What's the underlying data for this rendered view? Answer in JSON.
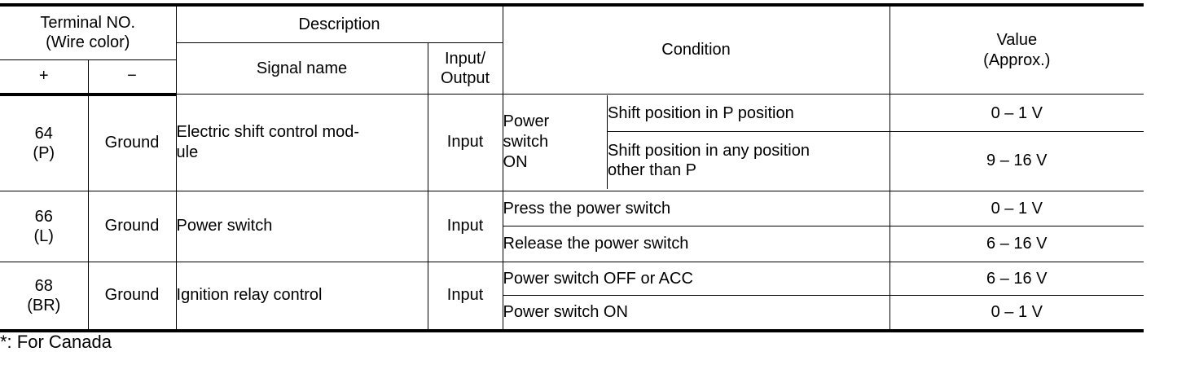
{
  "table": {
    "headers": {
      "terminal_no": "Terminal NO.",
      "wire_color": "(Wire color)",
      "plus": "+",
      "minus": "−",
      "description": "Description",
      "signal_name": "Signal name",
      "input_output_1": "Input/",
      "input_output_2": "Output",
      "condition": "Condition",
      "value_1": "Value",
      "value_2": "(Approx.)"
    },
    "rows": [
      {
        "terminal_number": "64",
        "terminal_wire": "(P)",
        "minus_terminal": "Ground",
        "signal_name": "Electric shift control mod-\nule",
        "input_output": "Input",
        "condition_qualifier": "Power\nswitch\nON",
        "conditions": [
          {
            "text": "Shift position in P position",
            "value": "0 – 1 V"
          },
          {
            "text": "Shift position in any position\nother than P",
            "value": "9 – 16 V"
          }
        ]
      },
      {
        "terminal_number": "66",
        "terminal_wire": "(L)",
        "minus_terminal": "Ground",
        "signal_name": "Power switch",
        "input_output": "Input",
        "condition_qualifier": "",
        "conditions": [
          {
            "text": "Press the power switch",
            "value": "0 – 1 V"
          },
          {
            "text": "Release the power switch",
            "value": "6 – 16 V"
          }
        ]
      },
      {
        "terminal_number": "68",
        "terminal_wire": "(BR)",
        "minus_terminal": "Ground",
        "signal_name": "Ignition relay control",
        "input_output": "Input",
        "condition_qualifier": "",
        "conditions": [
          {
            "text": "Power switch OFF or ACC",
            "value": "6 – 16 V"
          },
          {
            "text": "Power switch ON",
            "value": "0 – 1 V"
          }
        ]
      }
    ]
  },
  "footnote": "*: For Canada"
}
